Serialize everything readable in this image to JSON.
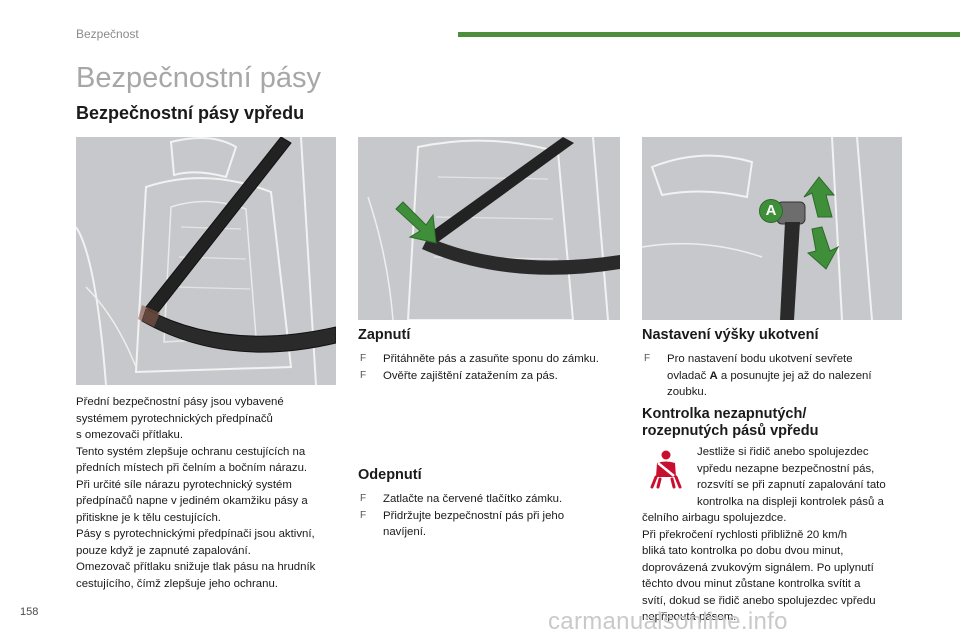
{
  "header": {
    "section_label": "Bezpečnost",
    "accent_color": "#4d8f3c"
  },
  "title": "Bezpečnostní pásy",
  "subtitle": "Bezpečnostní pásy vpředu",
  "intro": {
    "lines": [
      "Přední bezpečnostní pásy jsou vybavené",
      "systémem pyrotechnických předpínačů",
      "s omezovači přítlaku.",
      "Tento systém zlepšuje ochranu cestujících na",
      "předních místech při čelním a bočním nárazu.",
      "Při určité síle nárazu pyrotechnický systém",
      "předpínačů napne v jediném okamžiku pásy a",
      "přitiskne je k tělu cestujících.",
      "Pásy s pyrotechnickými předpínači jsou aktivní,",
      "pouze když je zapnuté zapalování.",
      "Omezovač přítlaku snižuje tlak pásu na hrudník",
      "cestujícího, čímž zlepšuje jeho ochranu."
    ]
  },
  "fastening": {
    "heading": "Zapnutí",
    "bullet_symbol": "F",
    "steps": [
      "Přitáhněte pás a zasuňte sponu do zámku.",
      "Ověřte zajištění zatažením za pás."
    ]
  },
  "unfastening": {
    "heading": "Odepnutí",
    "bullet_symbol": "F",
    "steps": [
      "Zatlačte na červené tlačítko zámku.",
      "Přidržujte bezpečnostní pás při jeho navíjení."
    ]
  },
  "height_adjustment": {
    "heading": "Nastavení výšky ukotvení",
    "bullet_symbol": "F",
    "step_prefix": "Pro nastavení bodu ukotvení sevřete ovladač ",
    "step_bold": "A",
    "step_suffix": " a posunujte jej až do nalezení zoubku.",
    "callout_label": "A"
  },
  "warning_lamp": {
    "heading_line1": "Kontrolka nezapnutých/",
    "heading_line2": "rozepnutých pásů vpředu",
    "lines": [
      "Jestliže si řidič anebo spolujezdec",
      "vpředu nezapne bezpečnostní pás,",
      "rozsvítí se při zapnutí zapalování tato",
      "kontrolka na displeji kontrolek pásů a",
      "čelního airbagu spolujezdce.",
      "Při překročení rychlosti přibližně 20 km/h",
      "bliká tato kontrolka po dobu dvou minut,",
      "doprovázená zvukovým signálem. Po uplynutí",
      "těchto dvou minut zůstane kontrolka svítit a",
      "svítí, dokud se řidič anebo spolujezdec vpředu",
      "nepřipoutá pásem."
    ],
    "icon_color": "#c8102e"
  },
  "footer": {
    "page_number": "158",
    "watermark": "carmanualsonline.info"
  }
}
